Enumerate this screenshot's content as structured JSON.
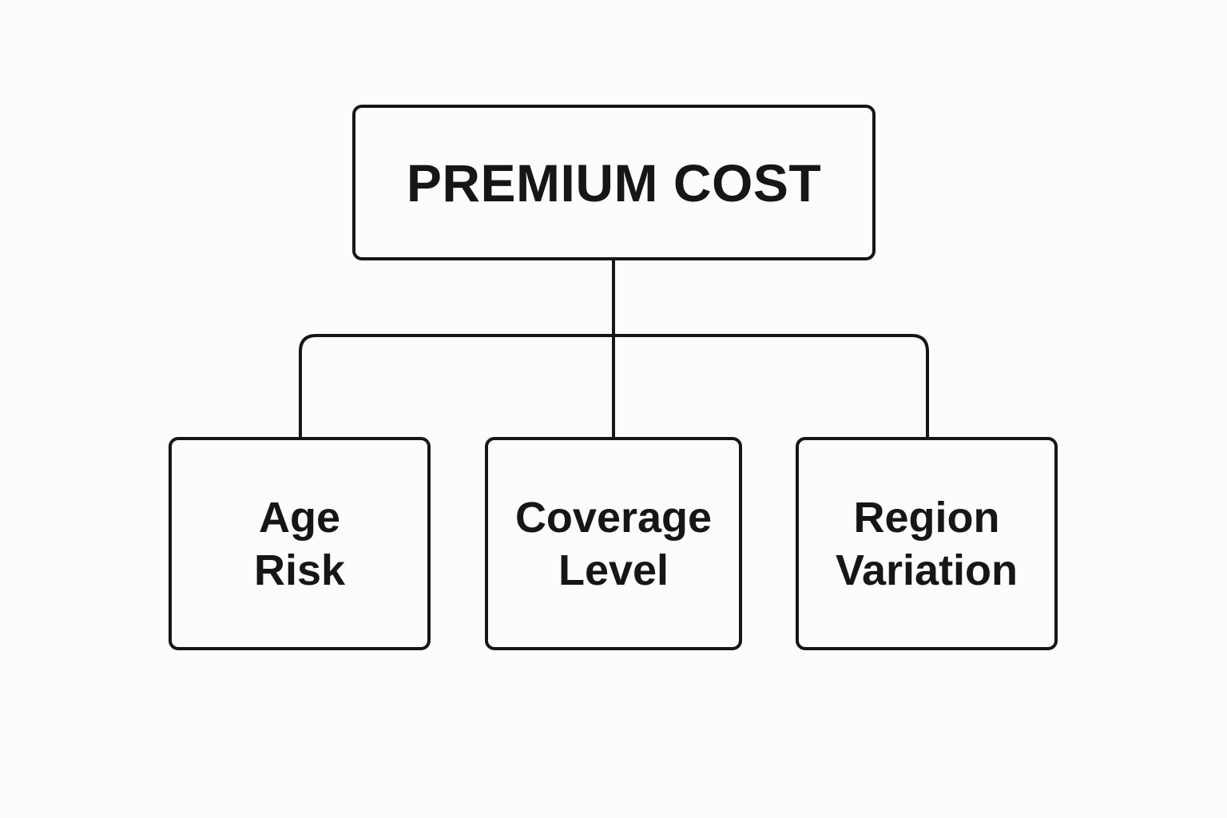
{
  "diagram": {
    "root": {
      "label": "PREMIUM COST"
    },
    "children": [
      {
        "line1": "Age",
        "line2": "Risk"
      },
      {
        "line1": "Coverage",
        "line2": "Level"
      },
      {
        "line1": "Region",
        "line2": "Variation"
      }
    ]
  },
  "colors": {
    "stroke": "#141618",
    "background": "#fcfcfb"
  }
}
